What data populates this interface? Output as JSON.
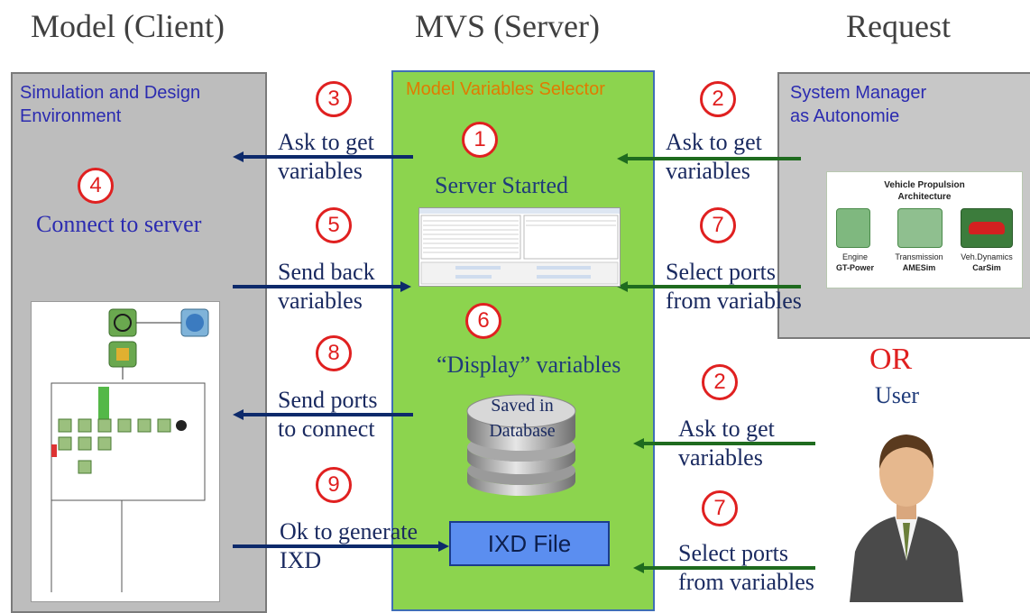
{
  "headers": {
    "client": "Model (Client)",
    "server": "MVS (Server)",
    "request": "Request"
  },
  "left_panel": {
    "title_line1": "Simulation and Design",
    "title_line2": "Environment",
    "connect_text": "Connect to server"
  },
  "middle_panel": {
    "title": "Model Variables Selector",
    "server_started": "Server Started",
    "display_text": "“Display” variables",
    "db_line1": "Saved in",
    "db_line2": "Database",
    "ixd_file": "IXD File"
  },
  "right_panel": {
    "title_line1": "System Manager",
    "title_line2": "as Autonomie",
    "vpa_title_line1": "Vehicle Propulsion",
    "vpa_title_line2": "Architecture",
    "components": [
      {
        "name": "Engine",
        "tool": "GT-Power"
      },
      {
        "name": "Transmission",
        "tool": "AMESim"
      },
      {
        "name": "Veh.Dynamics",
        "tool": "CarSim"
      }
    ],
    "or_text": "OR",
    "user_text": "User"
  },
  "steps": {
    "s1": "1",
    "s2a": "2",
    "s2b": "2",
    "s3": "3",
    "s4": "4",
    "s5": "5",
    "s6": "6",
    "s7a": "7",
    "s7b": "7",
    "s8": "8",
    "s9": "9"
  },
  "flows": {
    "ask_get_3": [
      "Ask to get",
      "variables"
    ],
    "send_back_5": [
      "Send back",
      "variables"
    ],
    "send_ports_8": [
      "Send ports",
      "to connect"
    ],
    "ok_generate_9": [
      "Ok to generate",
      "IXD"
    ],
    "ask_get_2a": [
      "Ask to get",
      "variables"
    ],
    "select_ports_7a": [
      "Select ports",
      "from variables"
    ],
    "ask_get_2b": [
      "Ask to get",
      "variables"
    ],
    "select_ports_7b": [
      "Select ports",
      "from variables"
    ]
  },
  "colors": {
    "left_panel": "#bdbdbd",
    "middle_panel": "#8cd44e",
    "right_panel": "#c7c7c7",
    "arrow_to_client": "#0d2a6b",
    "arrow_from_request": "#1f6b1f",
    "step_circle": "#e02020",
    "ixd_box": "#5b8ef0"
  }
}
